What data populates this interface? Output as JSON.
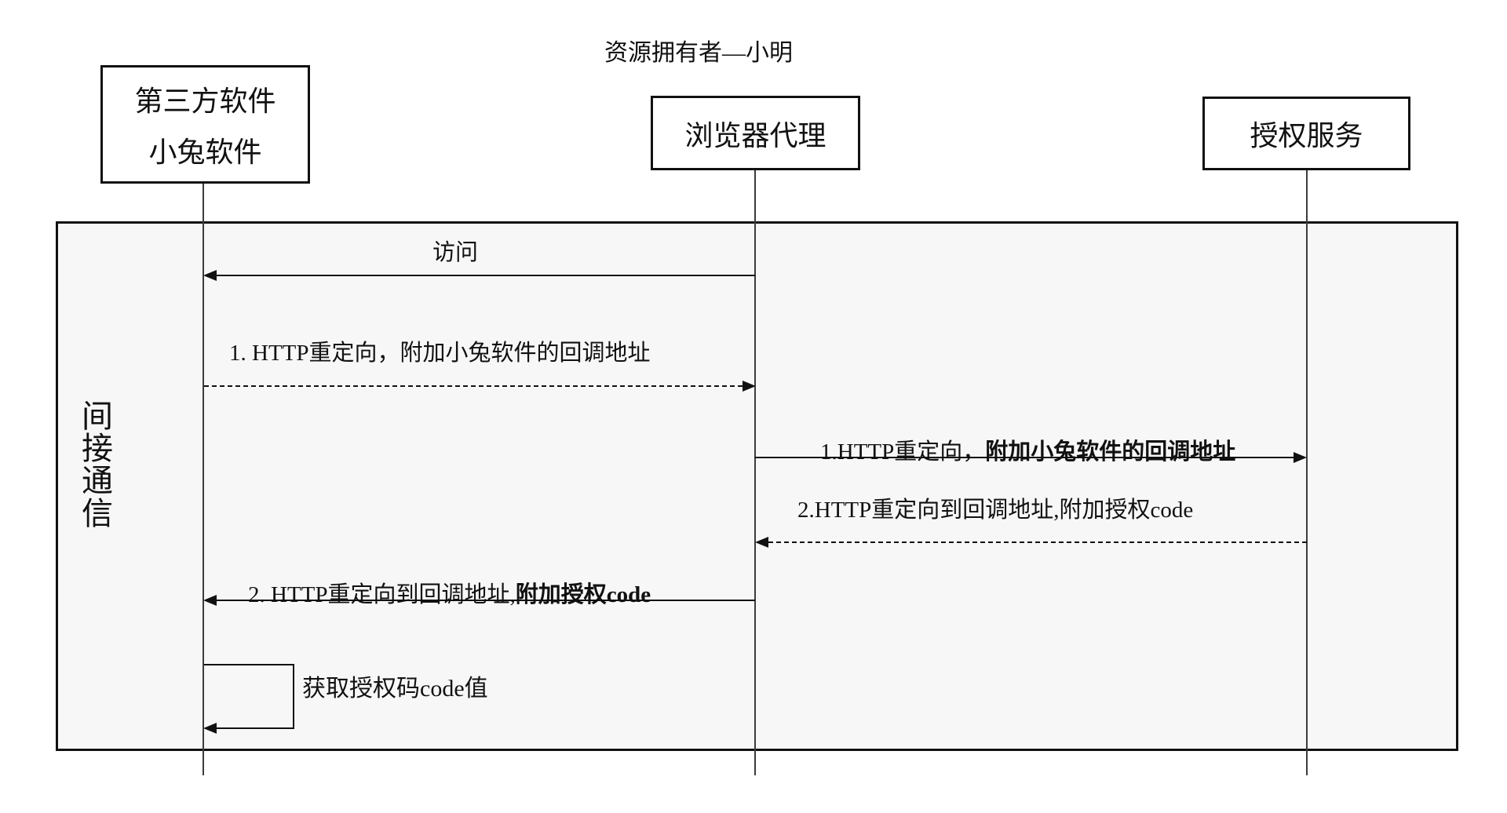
{
  "title": "资源拥有者—小明",
  "actors": {
    "third_party": {
      "line1": "第三方软件",
      "line2": "小兔软件"
    },
    "browser": {
      "label": "浏览器代理"
    },
    "auth": {
      "label": "授权服务"
    }
  },
  "frame": {
    "label": "间接通信"
  },
  "messages": {
    "visit": {
      "text": "访问"
    },
    "redirect_to_browser": {
      "text": "1. HTTP重定向，附加小兔软件的回调地址"
    },
    "redirect_to_auth": {
      "regular": "1.HTTP重定向，",
      "bold": "附加小兔软件的回调地址"
    },
    "callback_to_browser": {
      "text": "2.HTTP重定向到回调地址,附加授权code"
    },
    "callback_to_third_party": {
      "regular": "2. HTTP重定向到回调地址,",
      "bold": "附加授权code"
    },
    "self_get_code": {
      "text": "获取授权码code值"
    }
  },
  "colors": {
    "ink": "#111111",
    "frame_fill": "#f7f7f8",
    "lifeline": "#3c3c3c"
  }
}
